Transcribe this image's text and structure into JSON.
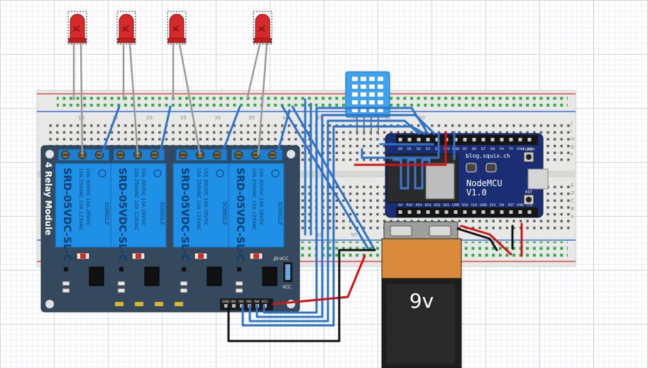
{
  "colors": {
    "wire_blue": "#2f73c8",
    "wire_red": "#d01515",
    "wire_black": "#111111",
    "wire_grey": "#9a9a9a",
    "relay_board": "#34495e",
    "relay_block": "#1e90e6",
    "breadboard": "#e8e8e6",
    "rail_red": "#e04a4a",
    "rail_blue": "#3c6fd6",
    "hole_green": "#2fa84a",
    "nodemcu_board": "#1b2e73",
    "battery_top": "#d98a3a",
    "battery_body": "#1f1f1f",
    "dht_body": "#3ea2ef",
    "led_red": "#d62a2a"
  },
  "relay_module": {
    "title": "4 Relay Module",
    "relay_model": "SRD-05VDC-SL-C",
    "relay_ratings": [
      "10A 250VAC  10A 125VAC",
      "10A  30VDC  10A 28VDC"
    ],
    "relay_brand": "SONGLE",
    "jumper_labels": [
      "JD-VCC",
      "VCC"
    ],
    "header_pins": [
      "GND",
      "IN1",
      "IN2",
      "IN3",
      "IN4",
      "VCC"
    ]
  },
  "nodemcu": {
    "name": "NodeMCU",
    "version": "V1.0",
    "url": "blog.squix.ch",
    "button_labels": [
      "FLASH",
      "RST"
    ],
    "top_pins": [
      "D0",
      "D1",
      "D2",
      "D3",
      "D4",
      "3V3",
      "GND",
      "D5",
      "D6",
      "D7",
      "D8",
      "RX",
      "TX",
      "GND",
      "3V3"
    ],
    "bottom_pins": [
      "A0",
      "RSV",
      "RSV",
      "SD3",
      "SD2",
      "SD1",
      "CMD",
      "SD0",
      "CLK",
      "GND",
      "3V3",
      "EN",
      "RST",
      "GND",
      "VIN"
    ]
  },
  "battery": {
    "label": "9v"
  },
  "breadboard": {
    "column_numbers": [
      "10",
      "15",
      "20",
      "25",
      "30",
      "35",
      "40",
      "45",
      "50",
      "55",
      "60"
    ],
    "row_letters": [
      "J",
      "I",
      "H",
      "G",
      "F",
      "E",
      "D",
      "C",
      "B",
      "A"
    ]
  }
}
